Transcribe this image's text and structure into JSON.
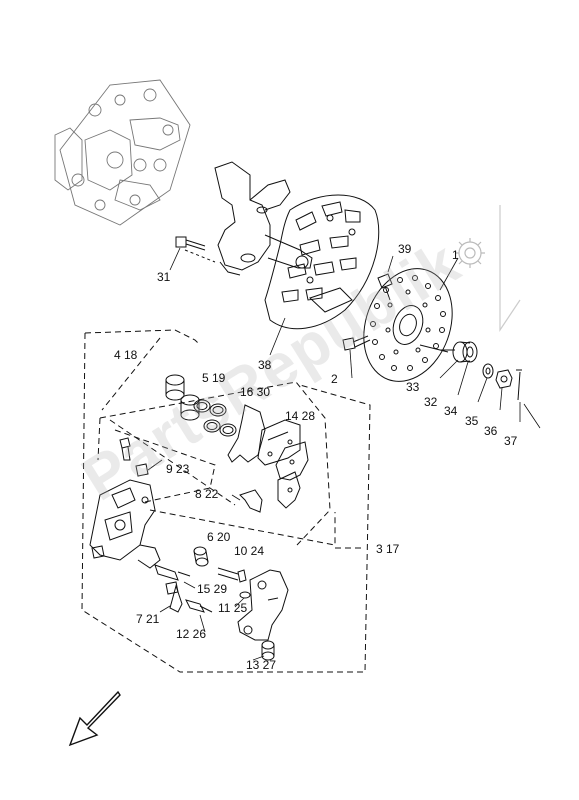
{
  "diagram": {
    "watermark": "PartsRepublik",
    "labels": [
      {
        "id": "1",
        "text": "1"
      },
      {
        "id": "2",
        "text": "2"
      },
      {
        "id": "31",
        "text": "31"
      },
      {
        "id": "38",
        "text": "38"
      },
      {
        "id": "39",
        "text": "39"
      },
      {
        "id": "33",
        "text": "33"
      },
      {
        "id": "32",
        "text": "32"
      },
      {
        "id": "34",
        "text": "34"
      },
      {
        "id": "35",
        "text": "35"
      },
      {
        "id": "36",
        "text": "36"
      },
      {
        "id": "37",
        "text": "37"
      },
      {
        "id": "4-18",
        "text": "4  18"
      },
      {
        "id": "5-19",
        "text": "5  19"
      },
      {
        "id": "16-30",
        "text": "16 30"
      },
      {
        "id": "14-28",
        "text": "14 28"
      },
      {
        "id": "9-23",
        "text": "9  23"
      },
      {
        "id": "8-22",
        "text": "8  22"
      },
      {
        "id": "6-20",
        "text": "6  20"
      },
      {
        "id": "10-24",
        "text": "10 24"
      },
      {
        "id": "3-17",
        "text": "3  17"
      },
      {
        "id": "15-29",
        "text": "15 29"
      },
      {
        "id": "7-21",
        "text": "7  21"
      },
      {
        "id": "11-25",
        "text": "11 25"
      },
      {
        "id": "12-26",
        "text": "12 26"
      },
      {
        "id": "13-27",
        "text": "13 27"
      }
    ]
  }
}
